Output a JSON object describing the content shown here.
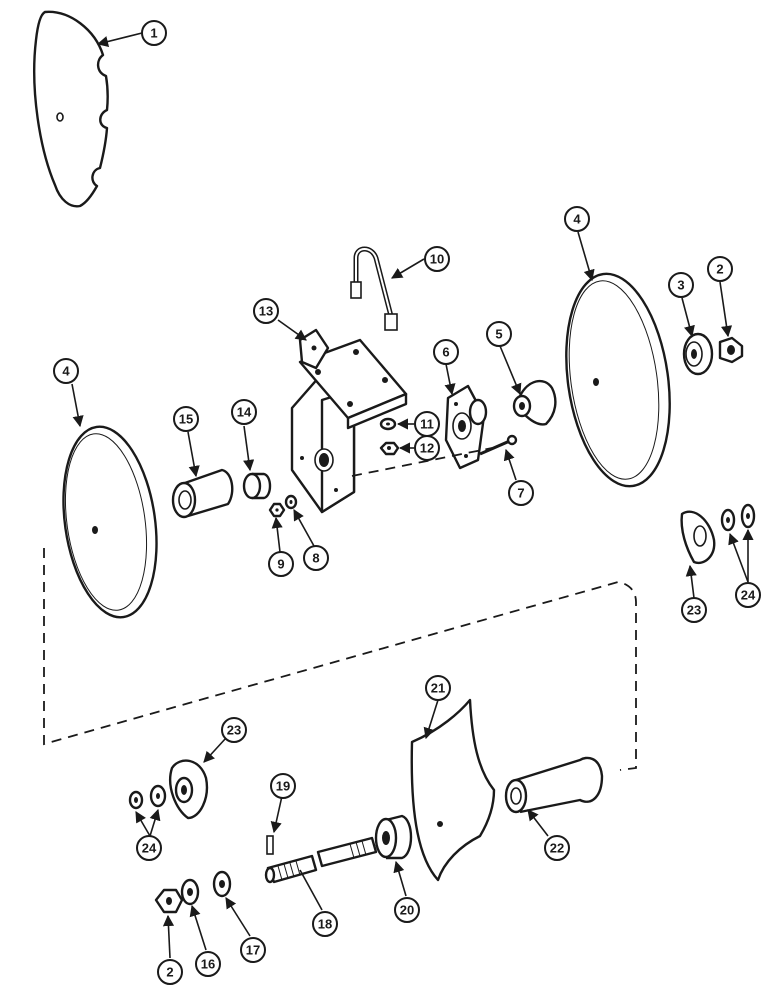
{
  "callouts": {
    "c1": "1",
    "c2a": "2",
    "c2b": "2",
    "c3": "3",
    "c4a": "4",
    "c4b": "4",
    "c5": "5",
    "c6": "6",
    "c7": "7",
    "c8": "8",
    "c9": "9",
    "c10": "10",
    "c11": "11",
    "c12": "12",
    "c13": "13",
    "c14": "14",
    "c15": "15",
    "c16": "16",
    "c17": "17",
    "c18": "18",
    "c19": "19",
    "c20": "20",
    "c21": "21",
    "c22": "22",
    "c23a": "23",
    "c23b": "23",
    "c24a": "24",
    "c24b": "24"
  }
}
